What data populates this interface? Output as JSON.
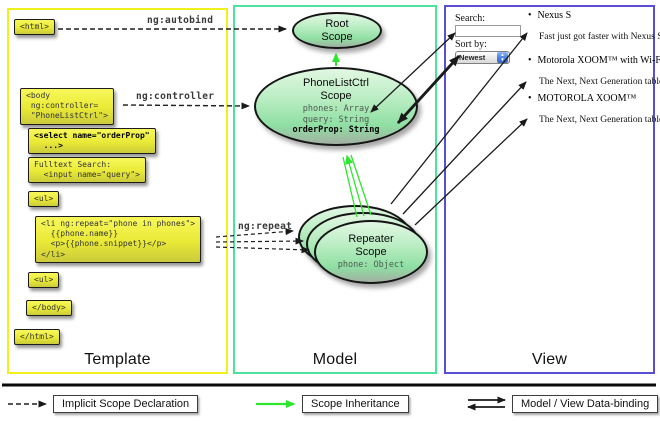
{
  "columns": {
    "template_label": "Template",
    "model_label": "Model",
    "view_label": "View"
  },
  "template": {
    "html_open": "<html>",
    "body_open": "<body\n ng:controller=\n \"PhoneListCtrl\">",
    "select": "<select name=\"orderProp\"\n  ...>",
    "fulltext": "Fulltext Search:\n  <input name=\"query\">",
    "ul_open": "<ul>",
    "li_repeat": "<li ng:repeat=\"phone in phones\">\n  {{phone.name}}\n  <p>{{phone.snippet}}</p>\n</li>",
    "ul_close": "<ul>",
    "body_close": "</body>",
    "html_close": "</html>"
  },
  "model": {
    "root_scope_title": "Root\nScope",
    "phonelist_title": "PhoneListCtrl\nScope",
    "phonelist_prop1": "phones: Array",
    "phonelist_prop2": "query: String",
    "phonelist_prop3": "orderProp: String",
    "repeater_title": "Repeater\nScope",
    "repeater_prop1": "phone: Object"
  },
  "edges": {
    "autobind_label": "ng:autobind",
    "controller_label": "ng:controller",
    "repeat_label": "ng:repeat"
  },
  "view": {
    "search_label": "Search:",
    "sort_label": "Sort by:",
    "sort_value": "Newest",
    "bullet": "•",
    "items": [
      {
        "title": "Nexus S",
        "desc": "Fast just got faster with Nexus S."
      },
      {
        "title": "Motorola XOOM™ with Wi-Fi",
        "desc": "The Next, Next Generation tablet."
      },
      {
        "title": "MOTOROLA XOOM™",
        "desc": "The Next, Next Generation tablet."
      }
    ]
  },
  "legend": {
    "implicit": "Implicit Scope Declaration",
    "inheritance": "Scope Inheritance",
    "binding": "Model / View Data-binding"
  },
  "colors": {
    "template_border": "#f0f01e",
    "model_border": "#4be39c",
    "view_border": "#5a4fd4",
    "inheritance_green": "#2ee62e",
    "arrow_black": "#1a1a1a",
    "scope_fill_top": "#e2f7e3",
    "scope_fill_bottom": "#8fdfa3",
    "codebox_fill": "#e9e936"
  }
}
